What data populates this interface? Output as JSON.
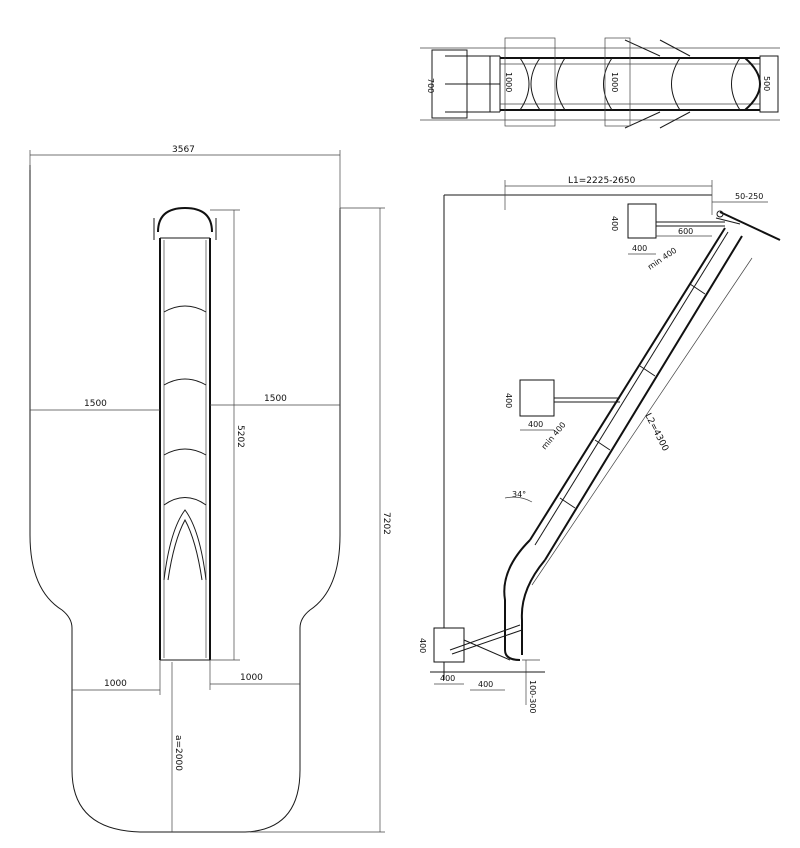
{
  "plan_view": {
    "width_total": "3567",
    "left_side": "1500",
    "right_side": "1500",
    "slide_length": "5202",
    "total_length": "7202",
    "bottom_left": "1000",
    "bottom_right": "1000",
    "runout": "a=2000"
  },
  "top_view": {
    "width_left": "700",
    "width_mid_a": "1000",
    "width_mid_b": "1000",
    "width_right": "500"
  },
  "side_view": {
    "l1": "L1=2225-2650",
    "top_offset": "50-250",
    "top_support_h": "400",
    "top_support_w": "400",
    "top_support_len": "600",
    "top_min": "min 400",
    "slide_len": "L2=4300",
    "mid_support_h": "400",
    "mid_support_w": "400",
    "mid_min": "min 400",
    "angle": "34°",
    "bottom_support_h": "400",
    "bottom_support_w": "400",
    "bottom_gap": "400",
    "exit_height": "100-300"
  }
}
